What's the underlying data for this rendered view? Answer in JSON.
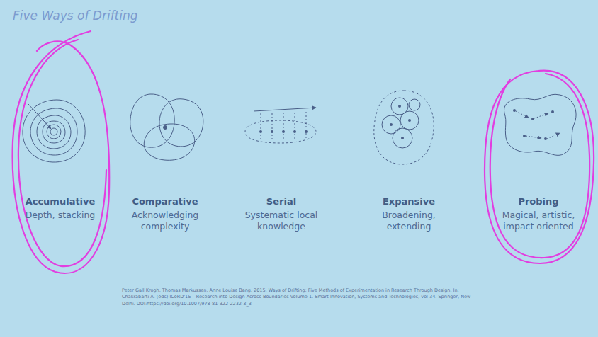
{
  "diagram": {
    "title": "Five Ways of Drifting",
    "caption": "Peter Gall Krogh, Thomas Markussen, Anne Louise Bang. 2015. Ways of Drifting: Five Methods of Experimentation in Research Through Design. In: Chakrabarti A. (eds) ICoRD'15 – Research into Design Across Boundaries Volume 1. Smart Innovation, Systems and Technologies, vol 34. Springer, New Delhi. DOI:https://doi.org/10.1007/978-81-322-2232-3_3",
    "labels": [
      "Accumulative",
      "Depth, stacking",
      "Comparative",
      "Acknowledging complexity",
      "Serial",
      "Systematic local knowledge",
      "Expansive",
      "Broadening, extending",
      "Probing",
      "Magical, artistic, impact oriented"
    ]
  }
}
